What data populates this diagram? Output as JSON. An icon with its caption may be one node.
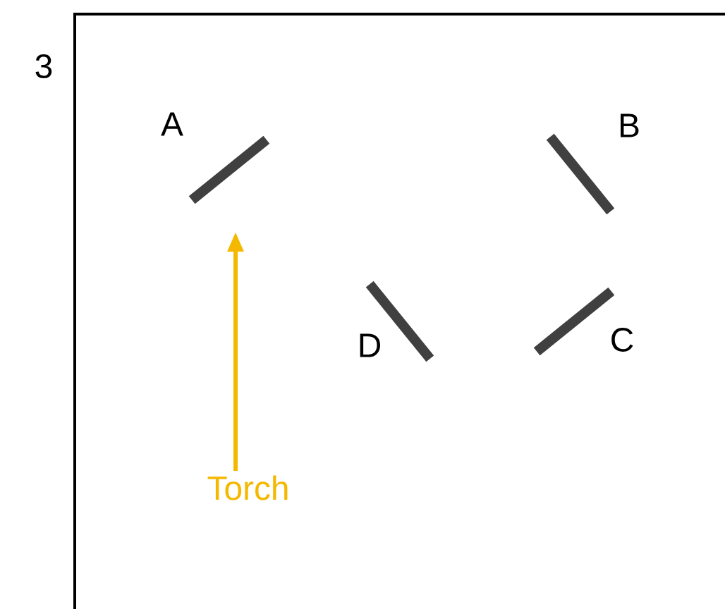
{
  "diagram": {
    "nodes": [
      {
        "text": [],
        "shape": "bar",
        "beside": [
          "A"
        ]
      },
      {
        "text": [],
        "shape": "bar",
        "beside": [
          "B"
        ]
      },
      {
        "text": [],
        "shape": "bar",
        "beside": [
          "D"
        ]
      },
      {
        "text": [],
        "shape": "bar",
        "beside": [
          "C"
        ]
      },
      {
        "text": [
          "Torch"
        ]
      }
    ],
    "edges": [
      {
        "from": 4,
        "to": 0,
        "arrow": "to",
        "color": "#f5b800"
      }
    ],
    "labels": [
      "3"
    ]
  }
}
